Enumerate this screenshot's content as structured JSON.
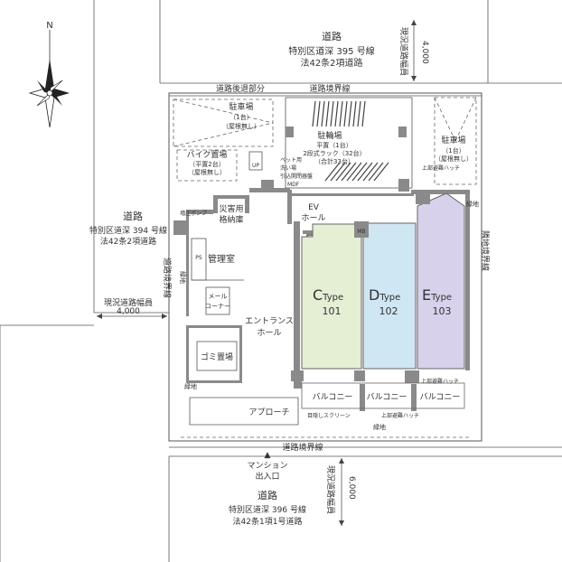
{
  "compass": {
    "north": "N"
  },
  "roads": {
    "north": {
      "title": "道路",
      "line1": "特別区道深 395 号線",
      "line2": "法42条2項道路",
      "width_label": "現況道路幅員",
      "width_value": "4,000"
    },
    "west": {
      "title": "道路",
      "line1": "特別区道深 394 号線",
      "line2": "法42条2項道路",
      "width_label": "現況道路幅員",
      "width_value": "4,000"
    },
    "south": {
      "title": "道路",
      "line1": "特別区道深 396 号線",
      "line2": "法42条1項1号道路",
      "width_label": "現況道路幅員",
      "width_value": "6,000"
    }
  },
  "boundaries": {
    "setback": "道路後退部分",
    "north_boundary": "道路境界線",
    "west_boundary": "道路境界線",
    "south_boundary": "道路境界線",
    "east_boundary": "隣地境界線"
  },
  "entrance": {
    "marker": "▲",
    "line1": "マンション",
    "line2": "出入口"
  },
  "rooms": {
    "parking_left": {
      "name": "駐車場",
      "l1": "（1台）",
      "l2": "（屋根無し）"
    },
    "bicycle": {
      "name": "駐輪場",
      "l1": "平置（1台）",
      "l2": "2段式ラック（32台）",
      "l3": "（合計33台）"
    },
    "parking_right": {
      "name": "駐車場",
      "l1": "（1台）",
      "l2": "（屋根無し）"
    },
    "bike": {
      "name": "バイク置場",
      "l1": "（平置2台）",
      "l2": "（屋根無し）"
    },
    "pet": {
      "l1": "ペット用",
      "l2": "洗い場"
    },
    "door": "引込開閉器盤",
    "mdf": "MDF",
    "up": "UP",
    "pump": "増圧ポンプ",
    "disaster": {
      "l1": "災害用",
      "l2": "格納庫"
    },
    "ev_hall": {
      "l1": "EV",
      "l2": "ホール"
    },
    "ev": "EV",
    "manager": "管理室",
    "ps": "PS",
    "mail": {
      "l1": "メール",
      "l2": "コーナー"
    },
    "entrance_hall": {
      "l1": "エントランス",
      "l2": "ホール"
    },
    "garbage": "ゴミ置場",
    "approach": "アプローチ",
    "screen": "目隠しスクリーン",
    "greenery": "緑地",
    "evac_hatch_top": "上部避難ハッチ",
    "evac_hatch_bottom": "上部避難ハッチ",
    "mb": "MB"
  },
  "units": [
    {
      "letter": "C",
      "type": "Type",
      "number": "101",
      "color": "#e4efd3"
    },
    {
      "letter": "D",
      "type": "Type",
      "number": "102",
      "color": "#cfe6f3"
    },
    {
      "letter": "E",
      "type": "Type",
      "number": "103",
      "color": "#d7d1ec"
    }
  ],
  "balcony": "バルコニー"
}
